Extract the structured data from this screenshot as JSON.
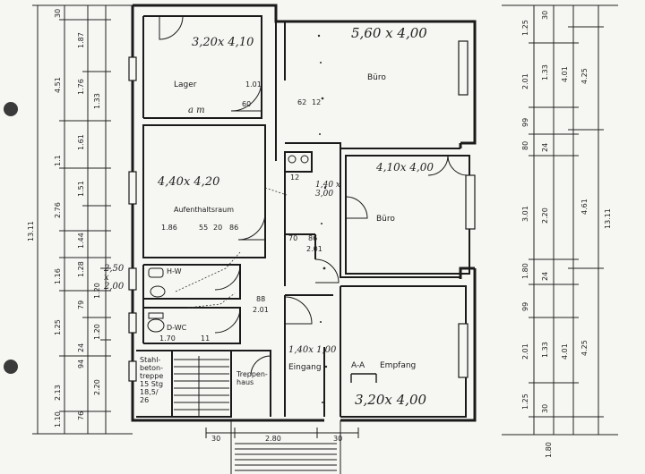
{
  "rooms": {
    "lager": {
      "name": "Lager",
      "size": "3,20x 4,10",
      "note": "a m"
    },
    "buero_top": {
      "name": "Büro",
      "size": "5,60 x 4,00"
    },
    "aufenthalt": {
      "name": "Aufenthaltsraum",
      "size": "4,40x 4,20"
    },
    "buero_mid": {
      "name": "Büro",
      "size": "4,10x 4,00"
    },
    "hwc": {
      "name": "H-W"
    },
    "dwc": {
      "name": "D-WC"
    },
    "treppenhaus": {
      "name": "Treppen-\nhaus"
    },
    "eingang": {
      "name": "Eingang",
      "size": "1,40x 1,00"
    },
    "empfang": {
      "name": "Empfang",
      "size": "3,20x 4,00"
    },
    "section": "A-A",
    "flur_size": "1,40 x 3,00",
    "wc_size": "2,50\nx\n2,00"
  },
  "stairs": {
    "line1": "Stahl-",
    "line2": "beton-",
    "line3": "treppe",
    "line4": "15 Stg",
    "line5": "18,5/",
    "line6": "26"
  },
  "dims_left": {
    "total": "13.11",
    "outer": [
      "1.10",
      "2.13",
      "1.25",
      "1.16",
      "2.76",
      "1.1",
      "4.51",
      "30"
    ],
    "mid": [
      "76",
      "94",
      "24",
      "79",
      "1.28",
      "1.44",
      "1.51",
      "1.61",
      "1.76",
      "1.87"
    ],
    "inner": [
      "2.20",
      "1.20",
      "1.20",
      "1.33"
    ]
  },
  "dims_right": {
    "total": "13.11",
    "c1": [
      "1.25",
      "2.01",
      "99",
      "80",
      "3.01",
      "1.80",
      "99",
      "2.01",
      "1.25"
    ],
    "c2": [
      "30",
      "1.33",
      "24",
      "2.20",
      "24",
      "1.33",
      "30"
    ],
    "c3": [
      "4.01",
      "4.01"
    ],
    "c4": [
      "4.25",
      "4.61",
      "4.25"
    ]
  },
  "dims_bottom": [
    "30",
    "2.80",
    "30"
  ],
  "dims_misc": [
    "1.86",
    "55",
    "20",
    "86",
    "2.01",
    "1.70",
    "11",
    "70",
    "86",
    "2.01",
    "60",
    "1.01",
    "12",
    "88",
    "62",
    "12",
    "1.80"
  ]
}
